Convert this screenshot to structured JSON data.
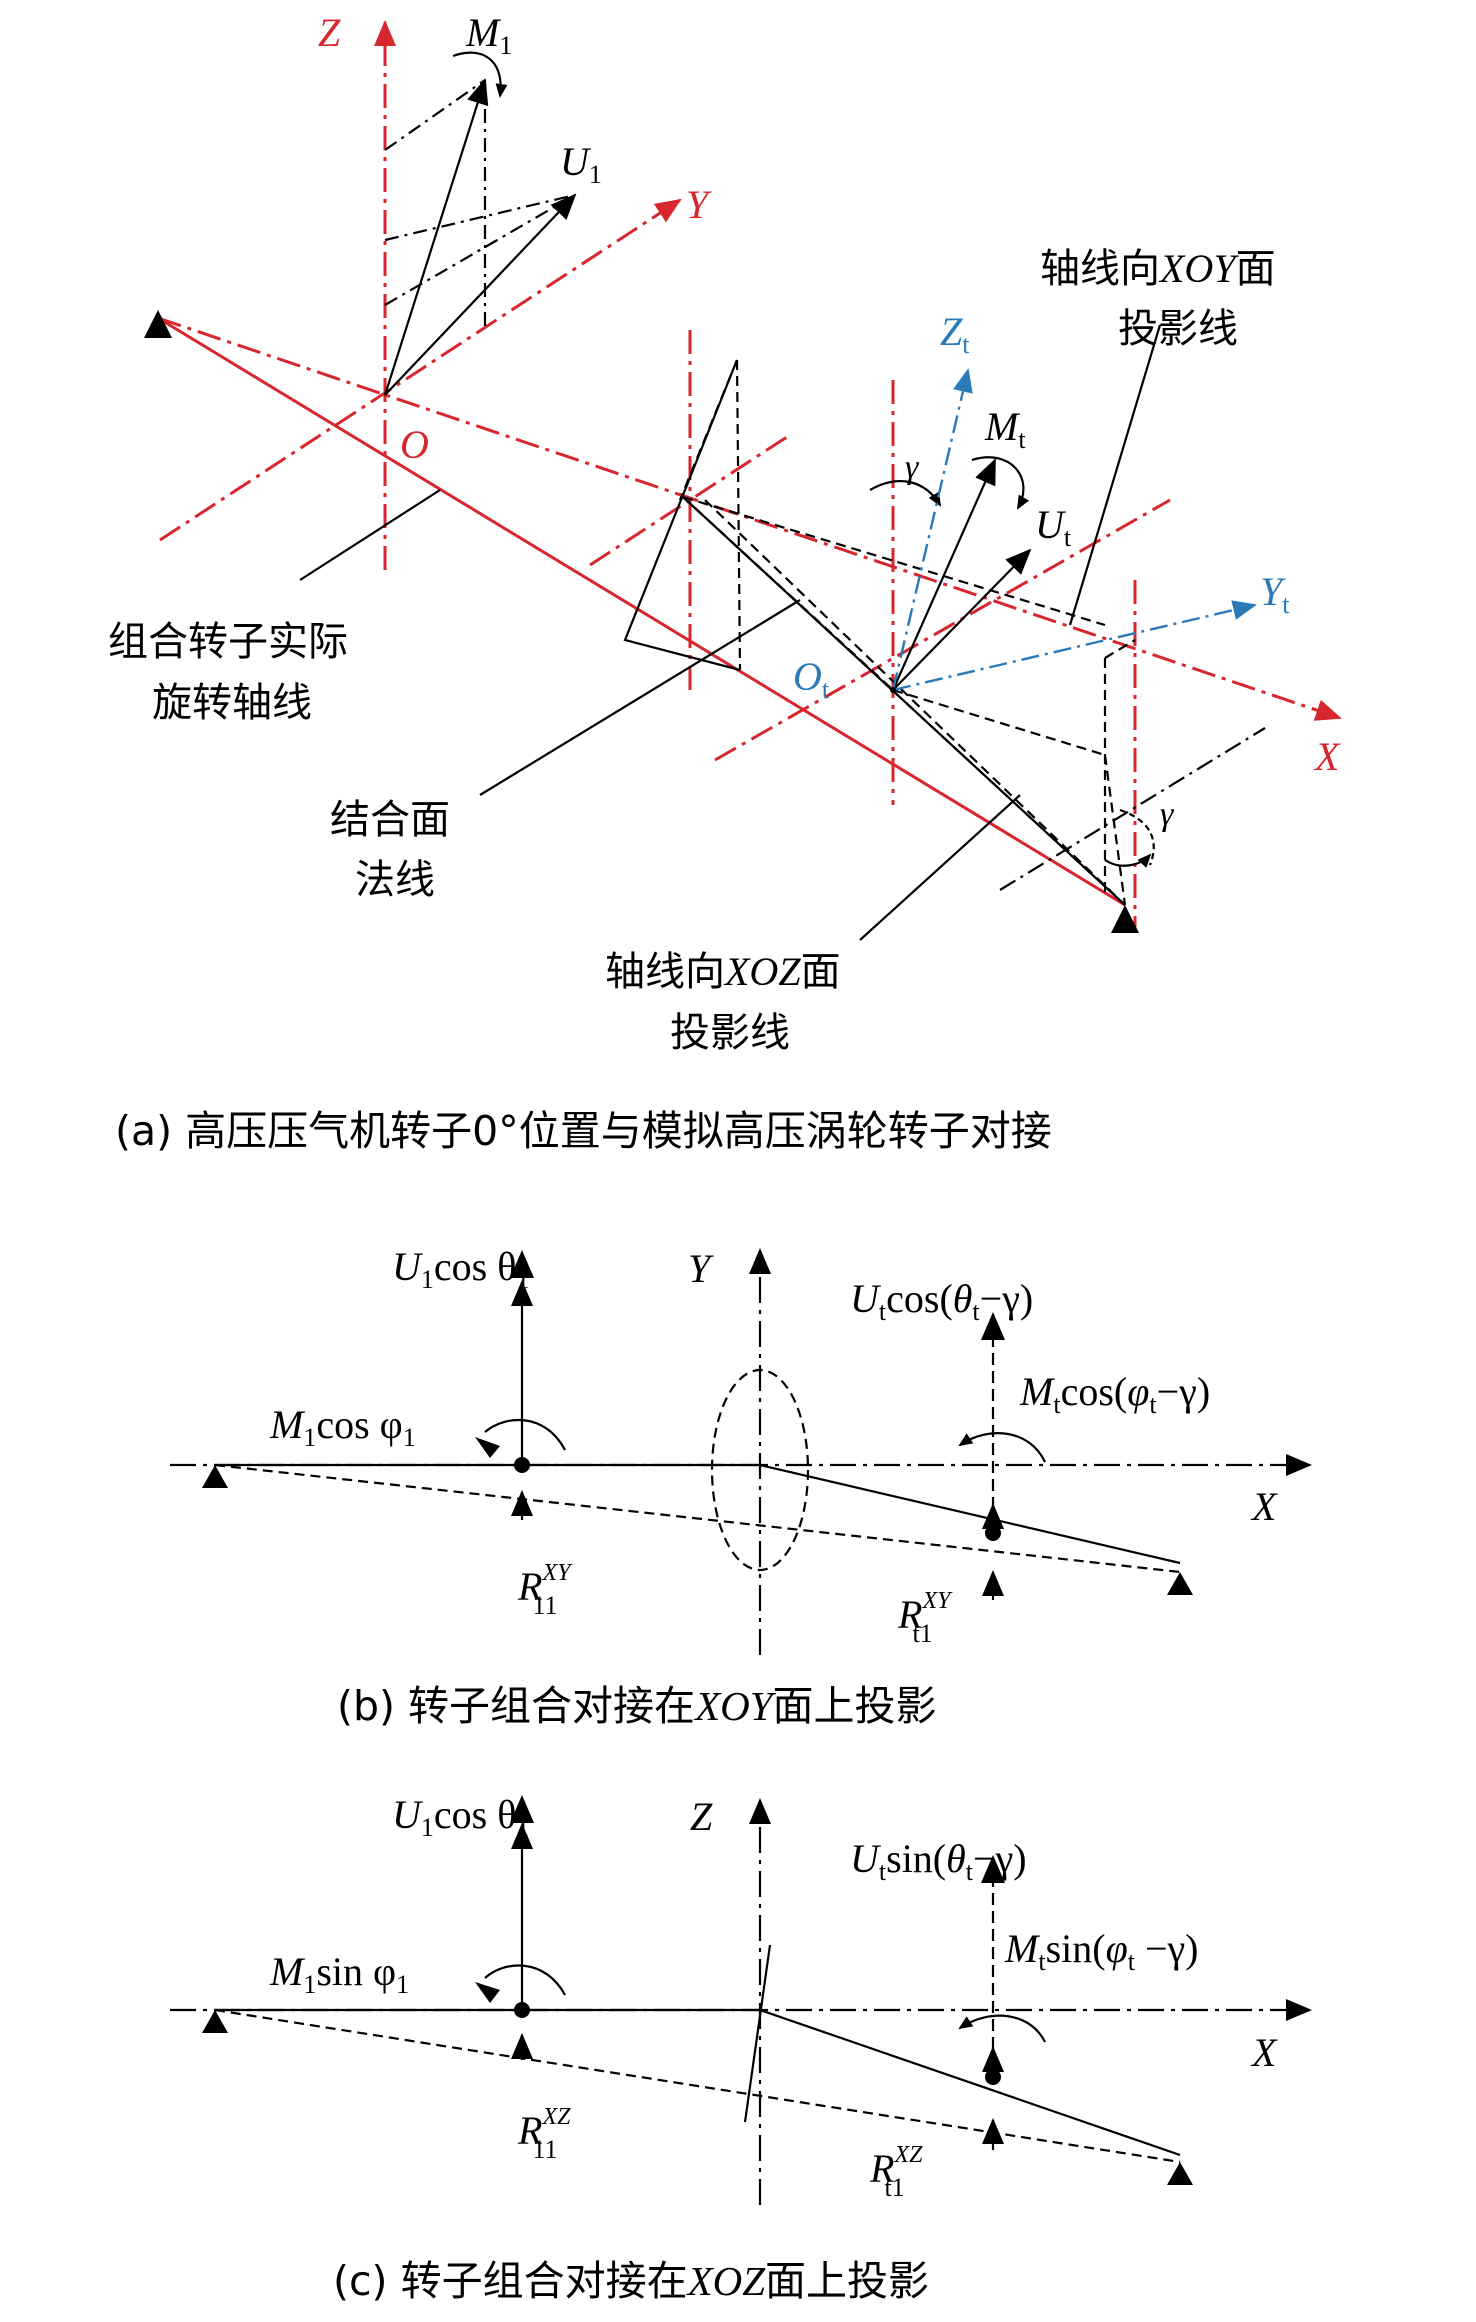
{
  "colors": {
    "red": "#d7262d",
    "blue": "#2a7ab8",
    "black": "#000000"
  },
  "panel_a": {
    "Z": "Z",
    "Y": "Y",
    "X": "X",
    "O": "O",
    "M": "M",
    "U": "U",
    "sub1": "1",
    "subt": "t",
    "Zt": "Z",
    "Yt": "Y",
    "Ot": "O",
    "gamma": "γ",
    "label_xoy_1": "轴线向",
    "label_xoy_2": "XOY",
    "label_xoy_3": "面",
    "label_xoy_4": "投影线",
    "label_axis_1": "组合转子实际",
    "label_axis_2": "旋转轴线",
    "label_normal_1": "结合面",
    "label_normal_2": "法线",
    "label_xoz_1": "轴线向",
    "label_xoz_2": "XOZ",
    "label_xoz_3": "面",
    "label_xoz_4": "投影线",
    "caption": "(a) 高压压气机转子0°位置与模拟高压涡轮转子对接"
  },
  "panel_b": {
    "Y": "Y",
    "X": "X",
    "u1": "U",
    "u1_sub": "1",
    "u1_rest": "cos θ",
    "u1_sub2": "1",
    "m1": "M",
    "m1_sub": "1",
    "m1_rest": "cos φ",
    "m1_sub2": "1",
    "ut": "U",
    "ut_sub": "t",
    "ut_rest1": "cos(",
    "ut_theta": "θ",
    "ut_sub2": "t",
    "ut_rest2": "−γ)",
    "mt": "M",
    "mt_sub": "t",
    "mt_rest1": "cos(",
    "mt_phi": "φ",
    "mt_sub2": "t",
    "mt_rest2": "−γ)",
    "r11": "R",
    "r11_sup": "XY",
    "r11_sub": "11",
    "rt1": "R",
    "rt1_sup": "XY",
    "rt1_sub": "t1",
    "caption_1": "(b) 转子组合对接在",
    "caption_2": "XOY",
    "caption_3": "面上投影"
  },
  "panel_c": {
    "Z": "Z",
    "X": "X",
    "u1": "U",
    "u1_sub": "1",
    "u1_rest": "cos θ",
    "u1_sub2": "1",
    "m1": "M",
    "m1_sub": "1",
    "m1_rest": "sin φ",
    "m1_sub2": "1",
    "ut": "U",
    "ut_sub": "t",
    "ut_rest1": "sin(",
    "ut_theta": "θ",
    "ut_sub2": "t",
    "ut_rest2": "−γ)",
    "mt": "M",
    "mt_sub": "t",
    "mt_rest1": "sin(",
    "mt_phi": "φ",
    "mt_sub2": "t",
    "mt_rest2": " −γ)",
    "r11": "R",
    "r11_sup": "XZ",
    "r11_sub": "11",
    "rt1": "R",
    "rt1_sup": "XZ",
    "rt1_sub": "t1",
    "caption_1": "(c) 转子组合对接在",
    "caption_2": "XOZ",
    "caption_3": "面上投影"
  }
}
